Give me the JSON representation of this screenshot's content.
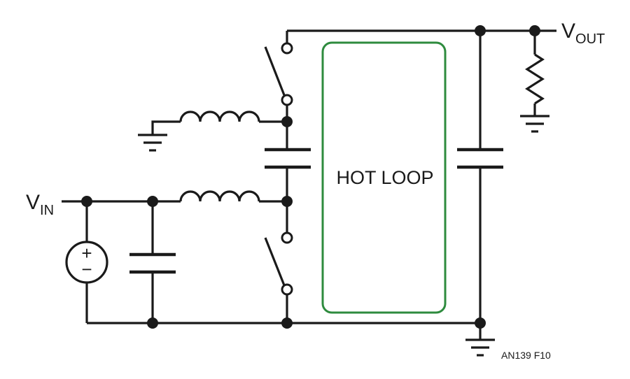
{
  "labels": {
    "vin_main": "V",
    "vin_sub": "IN",
    "vout_main": "V",
    "vout_sub": "OUT",
    "hot_loop": "HOT LOOP",
    "figure_ref": "AN139 F10",
    "source_plus": "+",
    "source_minus": "−"
  },
  "colors": {
    "wire": "#1a1a1a",
    "hot_loop": "#2e8b3e",
    "background": "#ffffff"
  }
}
